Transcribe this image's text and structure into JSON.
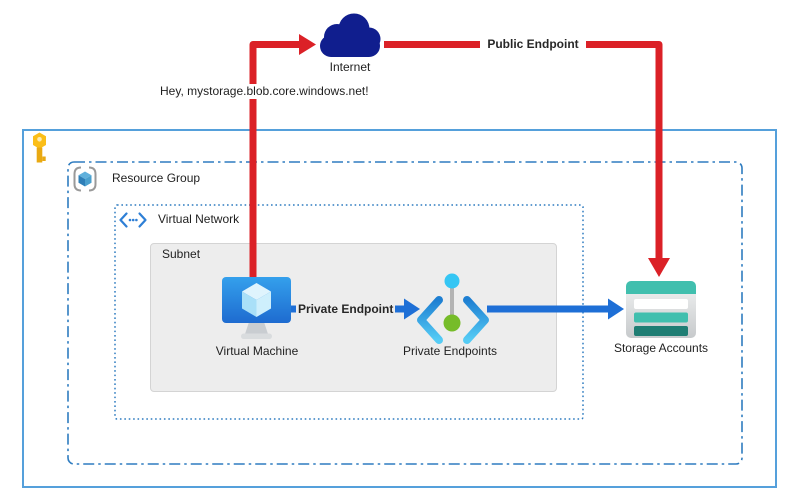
{
  "diagram": {
    "internet_label": "Internet",
    "hey_message": "Hey, mystorage.blob.core.windows.net!",
    "public_endpoint_label": "Public Endpoint",
    "private_endpoint_label": "Private Endpoint",
    "resource_group_label": "Resource Group",
    "virtual_network_label": "Virtual Network",
    "subnet_label": "Subnet",
    "virtual_machine_label": "Virtual Machine",
    "private_endpoints_label": "Private Endpoints",
    "storage_accounts_label": "Storage Accounts",
    "icons": {
      "subscription": "key-icon",
      "resource_group": "resource-group-cube-icon",
      "virtual_network": "chevron-dots-icon",
      "internet": "cloud-icon",
      "virtual_machine": "monitor-cube-icon",
      "private_endpoints": "angle-brackets-connector-icon",
      "storage_accounts": "storage-table-icon"
    },
    "colors": {
      "red_flow": "#db2127",
      "blue_flow": "#1e6fd6",
      "cloud_navy": "#101e8e",
      "outer_border": "#55a0db",
      "inner_border": "#2e7cc0",
      "subnet_fill": "#ededed",
      "subnet_border": "#d4d4d4",
      "teal": "#41bfae",
      "teal_dark": "#1f7e74",
      "white_row": "#ffffff",
      "key_gold": "#fbbe18",
      "key_gold_dark": "#e9a912",
      "key_hole": "#fdebb0",
      "vm_blue_top": "#34a0ec",
      "vm_blue_bottom": "#1e6bd0",
      "cube_top": "#dff4fd",
      "cube_left": "#a9e0f8",
      "cube_right": "#ceeffc",
      "stand_gray": "#c9cdd1",
      "stand_base": "#d9dcde",
      "pe_bracket_top": "#1e7fd2",
      "pe_bracket_bottom": "#55ccf5",
      "pe_dot_cyan": "#35c6f4",
      "pe_dot_green": "#76bc29",
      "pe_stem_gray": "#b3b3b3",
      "storage_body_top": "#f2f3f3",
      "storage_body_bottom": "#c7cacc",
      "rg_frame_gray": "#9a9a9a",
      "rg_cube_top": "#5fb0dc",
      "rg_cube_left": "#2e7fb8",
      "rg_cube_right": "#4aa0ce",
      "vn_icon_blue": "#2e7fd6"
    }
  }
}
